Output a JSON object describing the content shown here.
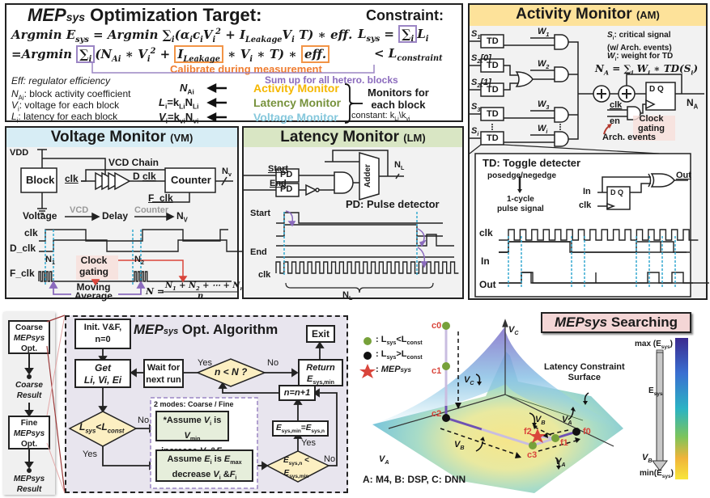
{
  "optimization": {
    "title_main": "MEP",
    "title_sub": "sys",
    "title_rest": " Optimization Target:",
    "eq1": "Argmin E_sys = Argmin Σi(αi ci Vi² + I_Leakage Vi T) * eff.",
    "eq1_parts": [
      "Argmin E",
      "sys",
      " = Argmin ∑",
      "i",
      "(α",
      "i",
      "c",
      "i",
      "V",
      "i",
      "2",
      " + I",
      "Leakage",
      "V",
      "i",
      " T) ∗ eff."
    ],
    "eq2_prefix": "=Argmin ",
    "eq2_sum": "∑i",
    "eq2_mid": "(N",
    "eq2_nai_sub": "Ai",
    "eq2_mid2": " ∗ V",
    "eq2_vi_sub": "i",
    "eq2_sq": "2",
    "eq2_plus": " + ",
    "eq2_leak": "I",
    "eq2_leak_sub": "Leakage",
    "eq2_after": "∗ V",
    "eq2_after_sub": "i",
    "eq2_tail": " ∗ T) ∗ ",
    "eq2_eff": "eff.",
    "calibrate_note": "Calibrate during measurement",
    "sum_note": "Sum up for all hetero. blocks",
    "definitions": [
      {
        "sym": "Eff",
        "text": ": regulator efficiency"
      },
      {
        "sym": "N",
        "sub": "Ai",
        "text": ": block activity coefficient"
      },
      {
        "sym": "V",
        "sub": "i",
        "text": ":  voltage for each block"
      },
      {
        "sym": "L",
        "sub": "i",
        "text": ": latency for each block"
      }
    ],
    "monitor_rows": [
      {
        "lhs": "N",
        "lhs_sub": "Ai",
        "lhs_rest": "",
        "name": "Activity Monitor",
        "color": "#f5b700"
      },
      {
        "lhs": "L",
        "lhs_sub": "i",
        "lhs_rest": "=k",
        "k_sub": "Li",
        "n": "N",
        "n_sub": "Li",
        "name": "Latency Monitor",
        "color": "#77923c"
      },
      {
        "lhs": "V",
        "lhs_sub": "i",
        "lhs_rest": "=k",
        "k_sub": "vi",
        "n": "N",
        "n_sub": "vi",
        "name": "Voltage Monitor",
        "color": "#86c8dc"
      }
    ],
    "monitors_label_1": "Monitors for",
    "monitors_label_2": "each block",
    "constant_label": "constant: k",
    "constant_sub1": "Li",
    "constant_sep": "\\k",
    "constant_sub2": "vi",
    "constraint_title": "Constraint:",
    "constraint_lhs": "L",
    "constraint_lhs_sub": "sys",
    "constraint_eq": " = ",
    "constraint_sum": "∑",
    "constraint_sum_sub": "i",
    "constraint_li": "L",
    "constraint_li_sub": "i",
    "constraint_lt": "< L",
    "constraint_lt_sub": "constraint"
  },
  "activity_monitor": {
    "title": "Activity Monitor",
    "title_abbr": "(AM)",
    "header_color": "#fde29a",
    "inputs": [
      {
        "s": "S",
        "sub": "1",
        "idx": ""
      },
      {
        "s": "S",
        "sub": "2",
        "idx": "[0]"
      },
      {
        "s": "S",
        "sub": "2",
        "idx": "[1]"
      },
      {
        "s": "S",
        "sub": "3",
        "idx": ""
      },
      {
        "s": "S",
        "sub": "i",
        "idx": ""
      }
    ],
    "td_label": "TD",
    "weights": [
      {
        "w": "W",
        "sub": "1"
      },
      {
        "w": "W",
        "sub": "2"
      },
      {
        "w": "W",
        "sub": "3"
      },
      {
        "w": "W",
        "sub": "i"
      }
    ],
    "legend_si": "S",
    "legend_si_sub": "i",
    "legend_si_text": ": critical signal",
    "legend_si_text2": "(w/ Arch. events)",
    "legend_wi": "W",
    "legend_wi_sub": "i",
    "legend_wi_text": ": weight for TD",
    "formula": "N_A = Σi Wi ∗ TD(Si)",
    "clk": "clk",
    "en": "en",
    "clock_gating": "Clock gating",
    "arch_events": "Arch. events",
    "dq": "D Q",
    "output": "N",
    "output_sub": "A",
    "td_title": "TD: Toggle detecter",
    "posedge": "posedge/negedge",
    "pulse_1": "1-cycle",
    "pulse_2": "pulse signal",
    "td_in": "In",
    "td_clk": "clk",
    "td_out": "Out",
    "wave_labels": [
      "clk",
      "In",
      "Out"
    ]
  },
  "voltage_monitor": {
    "title": "Voltage Monitor",
    "title_abbr": "(VM)",
    "header_color": "#d7edf5",
    "vdd": "VDD",
    "block": "Block",
    "vcd_chain": "VCD Chain",
    "clk": "clk",
    "d_clk": "D_clk",
    "counter": "Counter",
    "nv": "N",
    "nv_sub": "v",
    "f_clk": "F_clk",
    "flow_voltage": "Voltage",
    "flow_vcd": "VCD",
    "flow_delay": "Delay",
    "flow_counter": "Counter",
    "flow_nv": "N",
    "flow_nv_sub": "V",
    "wave_labels": [
      "clk",
      "D_clk",
      "F_clk"
    ],
    "n1": "N",
    "n1_sub": "1",
    "n2": "N",
    "n2_sub": "2",
    "clock_gating_1": "Clock",
    "clock_gating_2": "gating",
    "moving_1": "Moving",
    "moving_2": "Average",
    "avg_formula_num": "N₁ + N₂ + ⋯ + Nₙ",
    "avg_formula_lhs": "N =",
    "avg_formula_den": "n"
  },
  "latency_monitor": {
    "title": "Latency Monitor",
    "title_abbr": "(LM)",
    "header_color": "#d9e6c4",
    "start": "Start",
    "end": "End",
    "pd": "PD",
    "adder": "Adder",
    "nl": "N",
    "nl_sub": "L",
    "pd_note": "PD: Pulse detector",
    "wave_labels": [
      "Start",
      "End",
      "clk"
    ],
    "count": "N",
    "count_sub": "L"
  },
  "side_flow": {
    "items": [
      {
        "type": "box",
        "l1": "Coarse",
        "l2": "MEPsys",
        "l3": "Opt."
      },
      {
        "type": "result",
        "l1": "Coarse",
        "l2": "Result"
      },
      {
        "type": "box",
        "l1": "Fine",
        "l2": "MEPsys",
        "l3": "Opt."
      },
      {
        "type": "result",
        "l1": "MEPsys",
        "l2": "Result"
      }
    ]
  },
  "algorithm": {
    "title_main": "MEP",
    "title_sub": "sys",
    "title_rest": " Opt. Algorithm",
    "init_1": "Init. V&F,",
    "init_2": "n=0",
    "get_1": "Get",
    "get_2": "Li, Vi, Ei",
    "wait_1": "Wait for",
    "wait_2": "next run",
    "n_lt_N": "n < N ?",
    "return_1": "Return",
    "return_2": "E",
    "return_2_sub": "sys,min",
    "exit": "Exit",
    "n_inc": "n=n+1",
    "cond_l": "L",
    "cond_l_sub": "sys",
    "cond_lt": "<L",
    "cond_r_sub": "const",
    "modes": "2 modes: Coarse / Fine",
    "assume_v_1": "*Assume V",
    "assume_v_sub": "i",
    "assume_v_2": " is V",
    "assume_v_min": "min",
    "increase": "increase V",
    "increase_sub": "i",
    "increase_rest": " &F",
    "increase_f_sub": "i",
    "assume_e_1": "Assume E",
    "assume_e_sub": "i",
    "assume_e_2": " is E",
    "assume_e_max": "max",
    "decrease": "decrease V",
    "decrease_sub": "i",
    "decrease_rest": " &F",
    "decrease_f_sub": "i",
    "esys_assign": "E",
    "esys_assign_sub": "sys,min",
    "esys_assign_eq": "=E",
    "esys_assign_sub2": "sys,n",
    "cmp_top": "E",
    "cmp_top_sub": "sys,n",
    "cmp_lt": " <",
    "cmp_bottom": "E",
    "cmp_bottom_sub": "sys,min",
    "yes": "Yes",
    "no": "No"
  },
  "searching": {
    "title_main": "MEPsys",
    "title_rest": " Searching",
    "legend": [
      {
        "marker": "green-dot",
        "color": "#77a13a",
        "text": ": L",
        "sub1": "sys",
        "op": "<L",
        "sub2": "const"
      },
      {
        "marker": "black-dot",
        "color": "#111111",
        "text": ": L",
        "sub1": "sys",
        "op": ">L",
        "sub2": "const"
      },
      {
        "marker": "red-star",
        "color": "#d9453b",
        "text": ": MEP",
        "sub1": "sys",
        "op": "",
        "sub2": ""
      }
    ],
    "points": [
      "c0",
      "c1",
      "c2",
      "c3",
      "f0",
      "f1",
      "f2"
    ],
    "axes": {
      "va": "V",
      "va_sub": "A",
      "vb": "V",
      "vb_sub": "B",
      "vc": "V",
      "vc_sub": "C"
    },
    "surface_label_1": "Latency Constraint",
    "surface_label_2": "Surface",
    "colorbar_max": "max (E",
    "colorbar_max_sub": "sys",
    "colorbar_min": "min(E",
    "colorbar_min_sub": "sys",
    "esys": "E",
    "esys_sub": "sys",
    "mapping": "A: M4, B: DSP, C: DNN"
  }
}
